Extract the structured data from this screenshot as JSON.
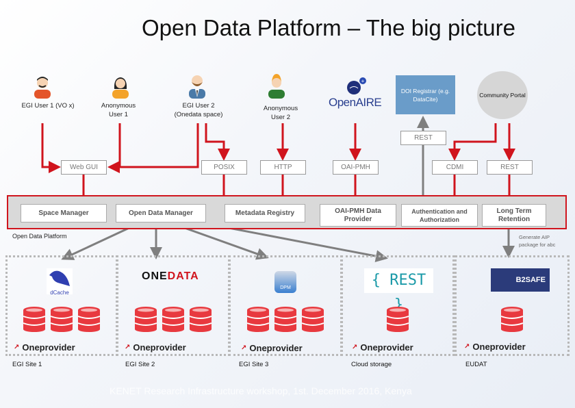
{
  "title": "Open Data Platform – The big picture",
  "users": [
    {
      "icon": "user-male-orange-icon",
      "label1": "EGI User 1 (VO x)",
      "label2": ""
    },
    {
      "icon": "user-female-yellow-icon",
      "label1": "Anonymous",
      "label2": "User 1"
    },
    {
      "icon": "user-bearded-blue-icon",
      "label1": "EGI User 2",
      "label2": "(Onedata space)"
    },
    {
      "icon": "user-green-icon",
      "label1": "Anonymous",
      "label2": "User 2"
    }
  ],
  "external": {
    "openaire": "OpenAIRE",
    "doi_registrar": "DOI Registrar (e.g. DataCite)",
    "community_portal": "Community Portal"
  },
  "protocols": {
    "rest_top": "REST",
    "web_gui": "Web GUI",
    "posix": "POSIX",
    "http": "HTTP",
    "oai_pmh": "OAI-PMH",
    "cdmi": "CDMI",
    "rest": "REST"
  },
  "platform": {
    "label": "Open Data Platform",
    "components": [
      "Space Manager",
      "Open Data Manager",
      "Metadata Registry",
      "OAI-PMH Data Provider",
      "Authentication and Authorization",
      "Long Term Retention"
    ],
    "aip_note": "Generate AIP package for abc"
  },
  "sites": [
    {
      "label": "EGI Site 1",
      "logo": "dCache",
      "db_count": 3,
      "provider": "Oneprovider"
    },
    {
      "label": "EGI Site 2",
      "logo": "ONEDATA",
      "db_count": 3,
      "provider": "Oneprovider"
    },
    {
      "label": "EGI Site 3",
      "logo": "DPM",
      "db_count": 3,
      "provider": "Oneprovider"
    },
    {
      "label": "Cloud storage",
      "logo": "{ REST }",
      "db_count": 1,
      "provider": "Oneprovider"
    },
    {
      "label": "EUDAT",
      "logo": "B2SAFE",
      "db_count": 1,
      "provider": "Oneprovider"
    }
  ],
  "footer": "KENET Research Infrastructure workshop,  1st. December 2016,  Kenya",
  "colors": {
    "accent_red": "#d0141d",
    "arrow_gray": "#7f7f7f",
    "doi_blue": "#6a9cc9",
    "portal_gray": "#d6d6d6",
    "db_red": "#e8393f"
  }
}
